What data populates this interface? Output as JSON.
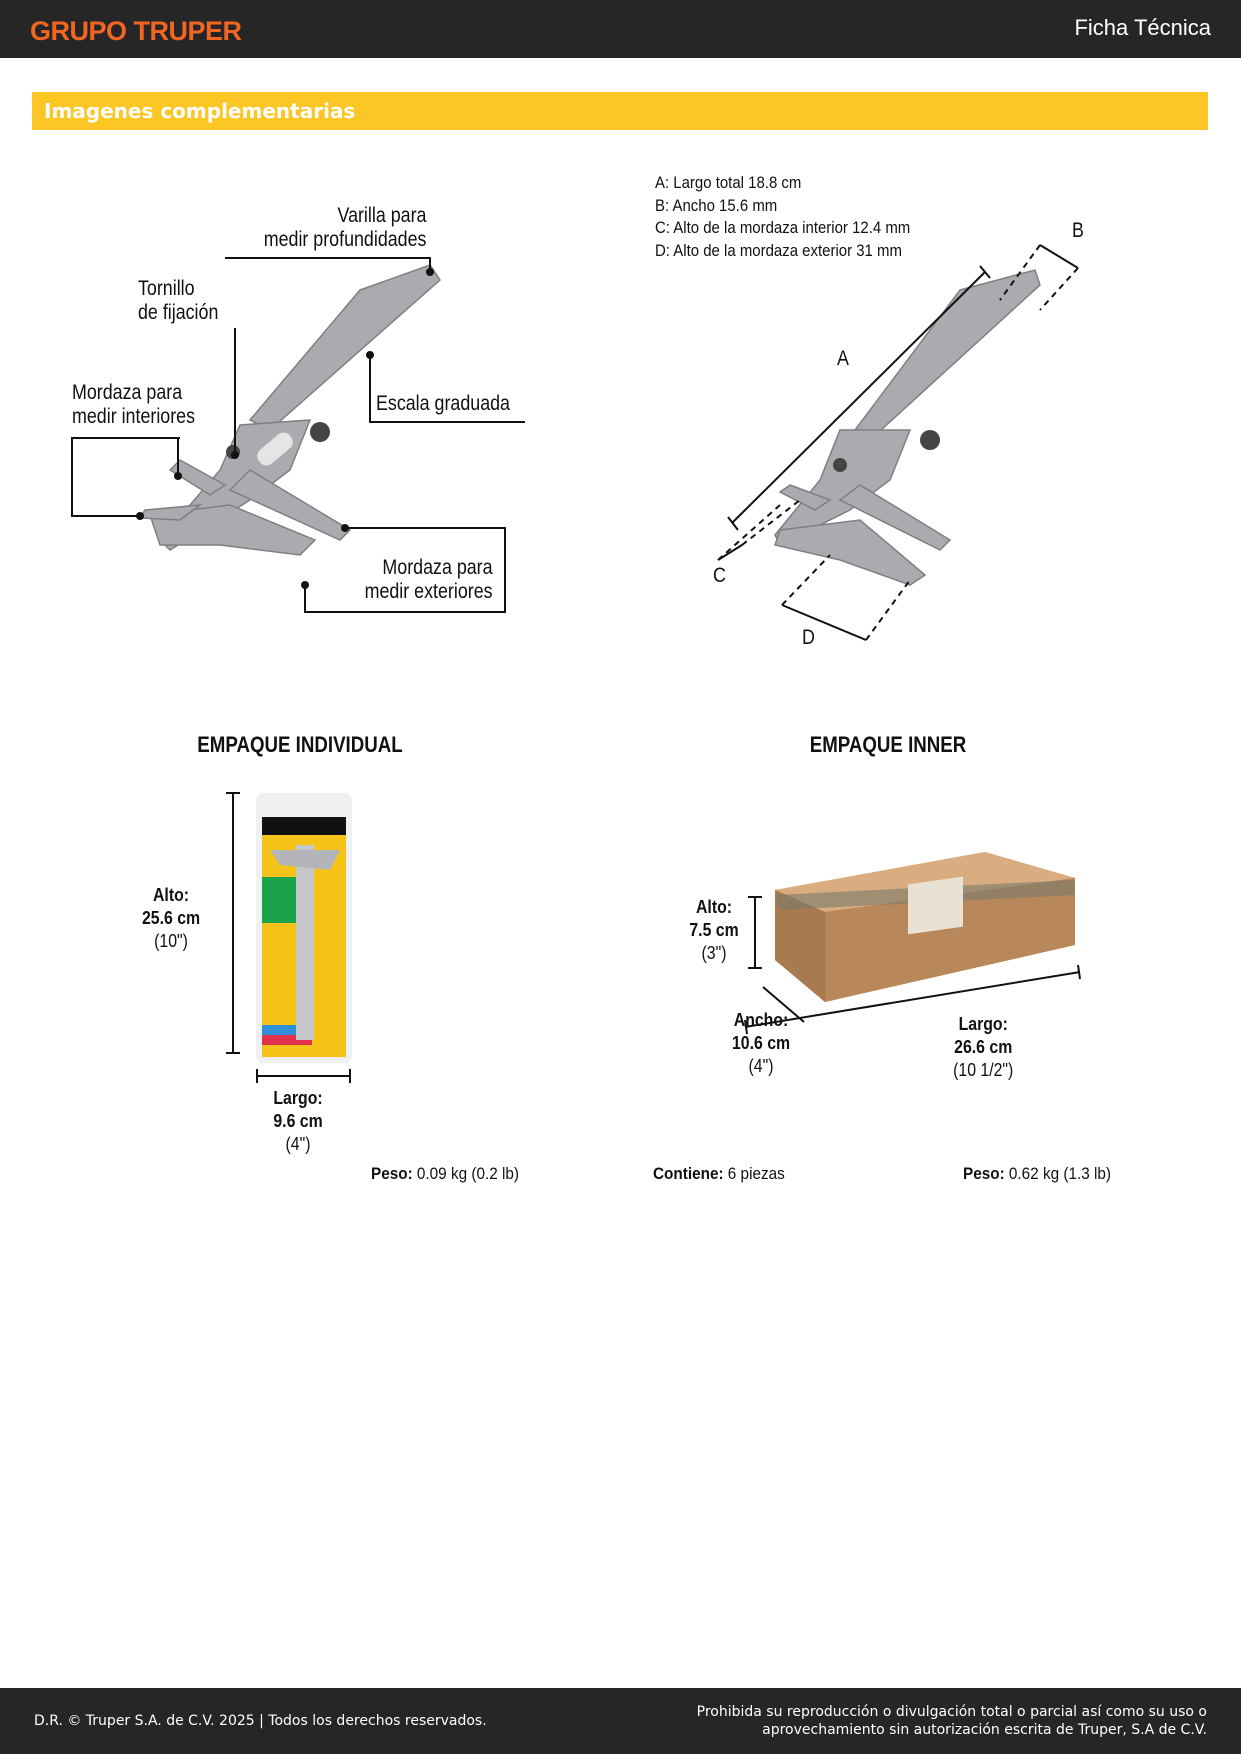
{
  "header": {
    "logo": "GRUPO TRUPER",
    "title": "Ficha Técnica"
  },
  "section": {
    "title": "Imagenes complementarias"
  },
  "parts_diagram": {
    "depth_rod": [
      "Varilla para",
      "medir profundidades"
    ],
    "lock_screw": [
      "Tornillo",
      "de fijación"
    ],
    "inner_jaw": [
      "Mordaza para",
      "medir interiores"
    ],
    "scale": "Escala graduada",
    "outer_jaw": [
      "Mordaza para",
      "medir exteriores"
    ]
  },
  "dimensions_diagram": {
    "specs": [
      "A: Largo total 18.8 cm",
      "B: Ancho 15.6 mm",
      "C: Alto de la mordaza interior 12.4 mm",
      "D: Alto de la mordaza exterior 31 mm"
    ],
    "letters": [
      "A",
      "B",
      "C",
      "D"
    ]
  },
  "individual": {
    "title": "EMPAQUE INDIVIDUAL",
    "alto": [
      "Alto:",
      "25.6 cm",
      "(10\")"
    ],
    "largo": [
      "Largo:",
      "9.6 cm",
      "(4\")"
    ],
    "peso_label": "Peso:",
    "peso_value": " 0.09 kg (0.2 lb)"
  },
  "inner": {
    "title": "EMPAQUE INNER",
    "alto": [
      "Alto:",
      "7.5 cm",
      "(3\")"
    ],
    "ancho": [
      "Ancho:",
      "10.6 cm",
      "(4\")"
    ],
    "largo": [
      "Largo:",
      "26.6 cm",
      "(10 1/2\")"
    ],
    "contiene_label": "Contiene:",
    "contiene_value": " 6 piezas",
    "peso_label": "Peso:",
    "peso_value": " 0.62 kg (1.3 lb)"
  },
  "footer": {
    "left": "D.R. © Truper S.A. de C.V. 2025 | Todos los derechos reservados.",
    "right": [
      "Prohibida su reproducción o divulgación total o parcial así como su uso o",
      "aprovechamiento sin autorización escrita de Truper, S.A de C.V."
    ]
  }
}
